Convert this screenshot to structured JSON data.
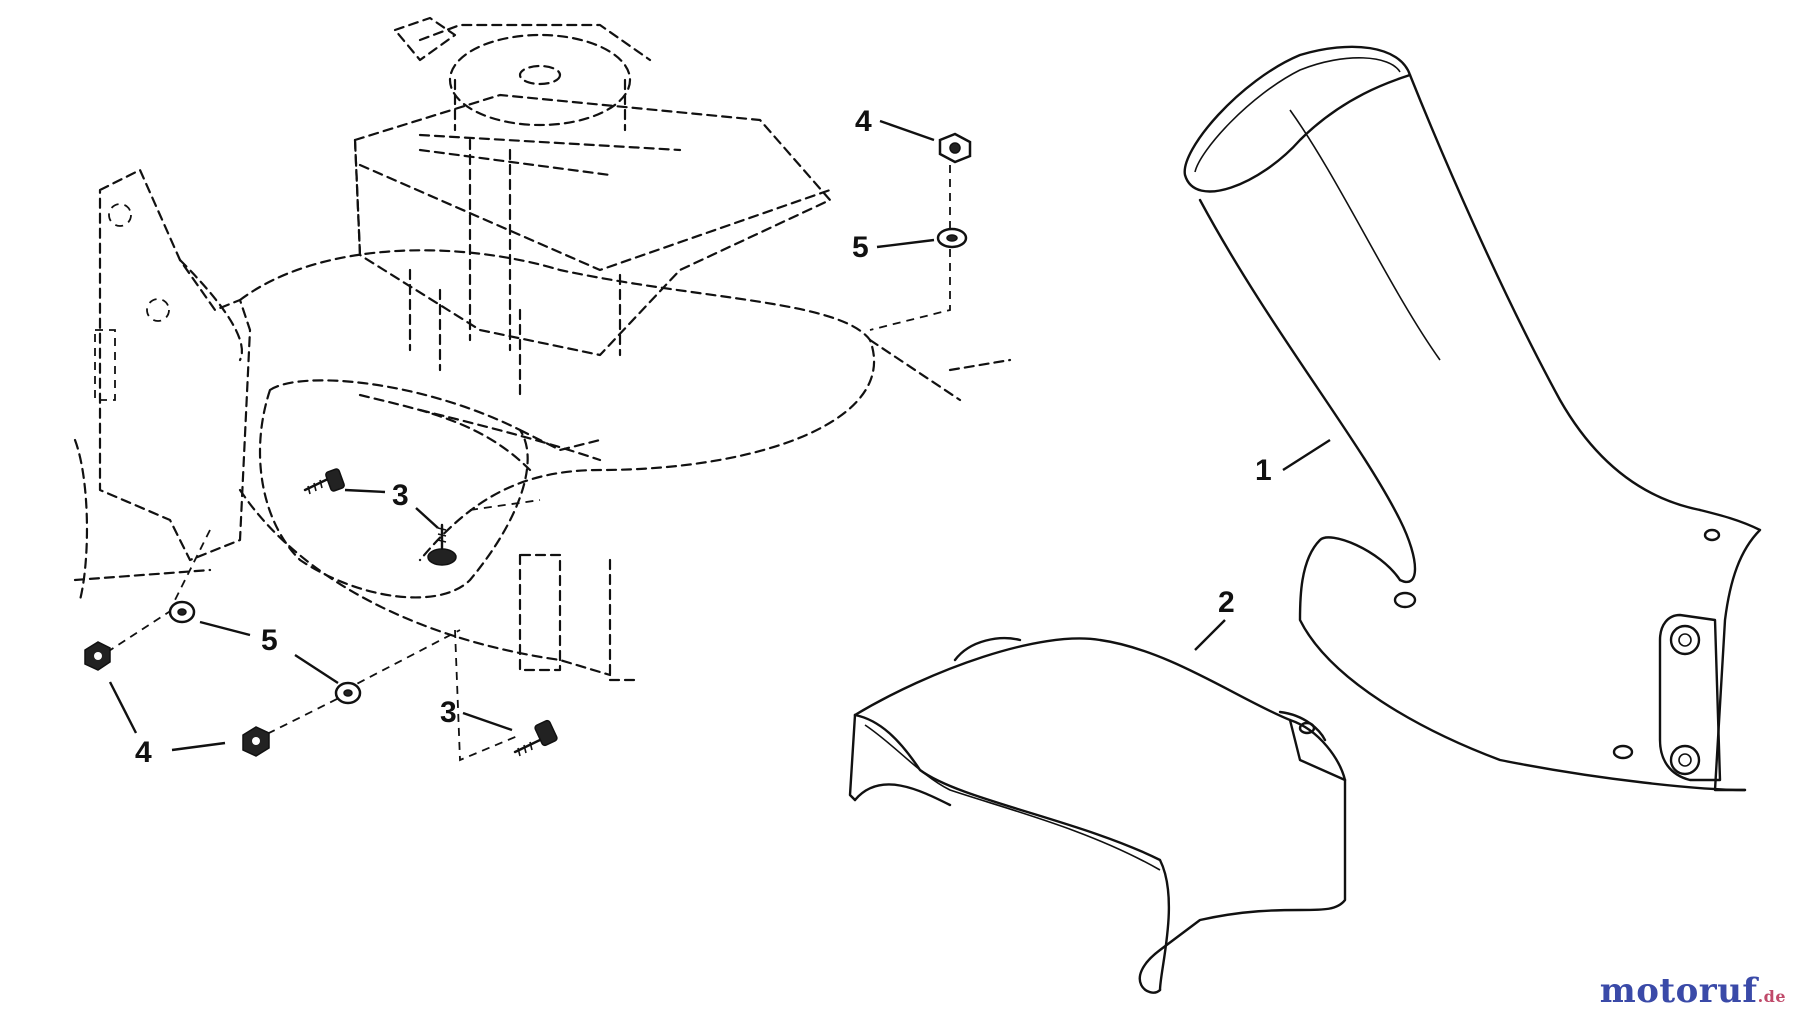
{
  "diagram": {
    "parts": [
      {
        "callout": "1",
        "part": "discharge chute (upper)"
      },
      {
        "callout": "2",
        "part": "chute deflector cover"
      },
      {
        "callout": "3",
        "part": "bolt"
      },
      {
        "callout": "4",
        "part": "hex nut"
      },
      {
        "callout": "5",
        "part": "lock washer"
      }
    ],
    "callouts": {
      "c1": "1",
      "c2": "2",
      "c3a": "3",
      "c3b": "3",
      "c4a": "4",
      "c4b": "4",
      "c5a": "5",
      "c5b": "5"
    }
  },
  "watermark": {
    "main": "motoruf",
    "suffix": ".de"
  }
}
